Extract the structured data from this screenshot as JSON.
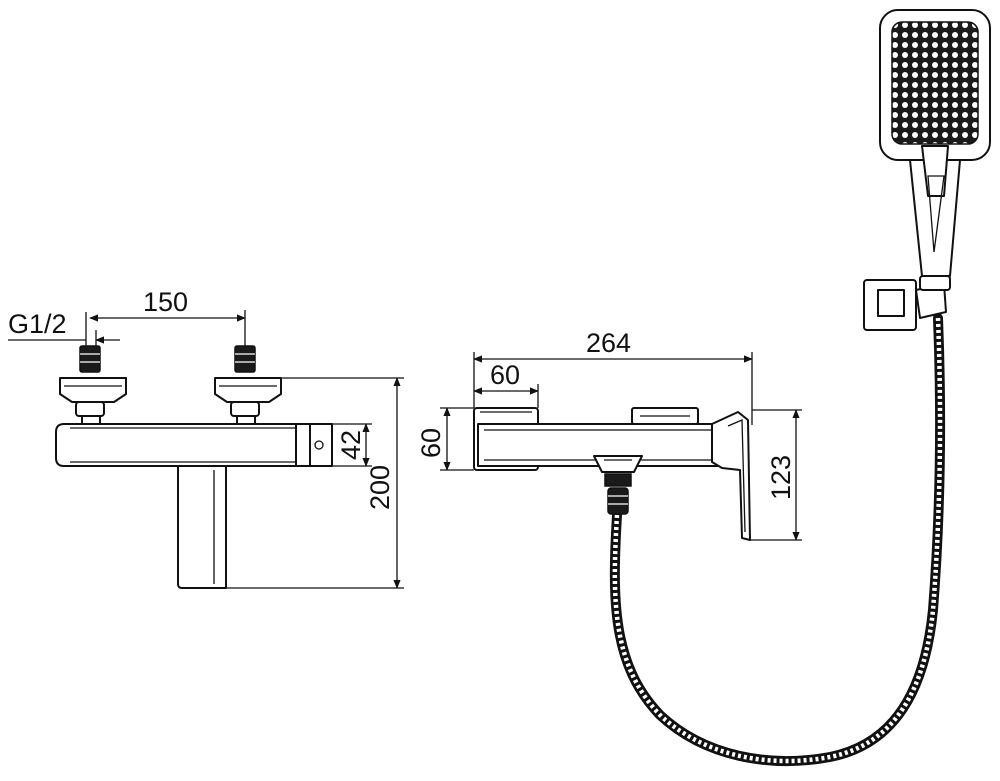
{
  "labels": {
    "thread": "G1/2",
    "inlet_spacing": "150",
    "body_height": "42",
    "total_height": "200",
    "total_length": "264",
    "wall_offset": "60",
    "side_height": "60",
    "outlet_height": "123"
  },
  "colors": {
    "line": "#111111",
    "background": "#ffffff"
  }
}
